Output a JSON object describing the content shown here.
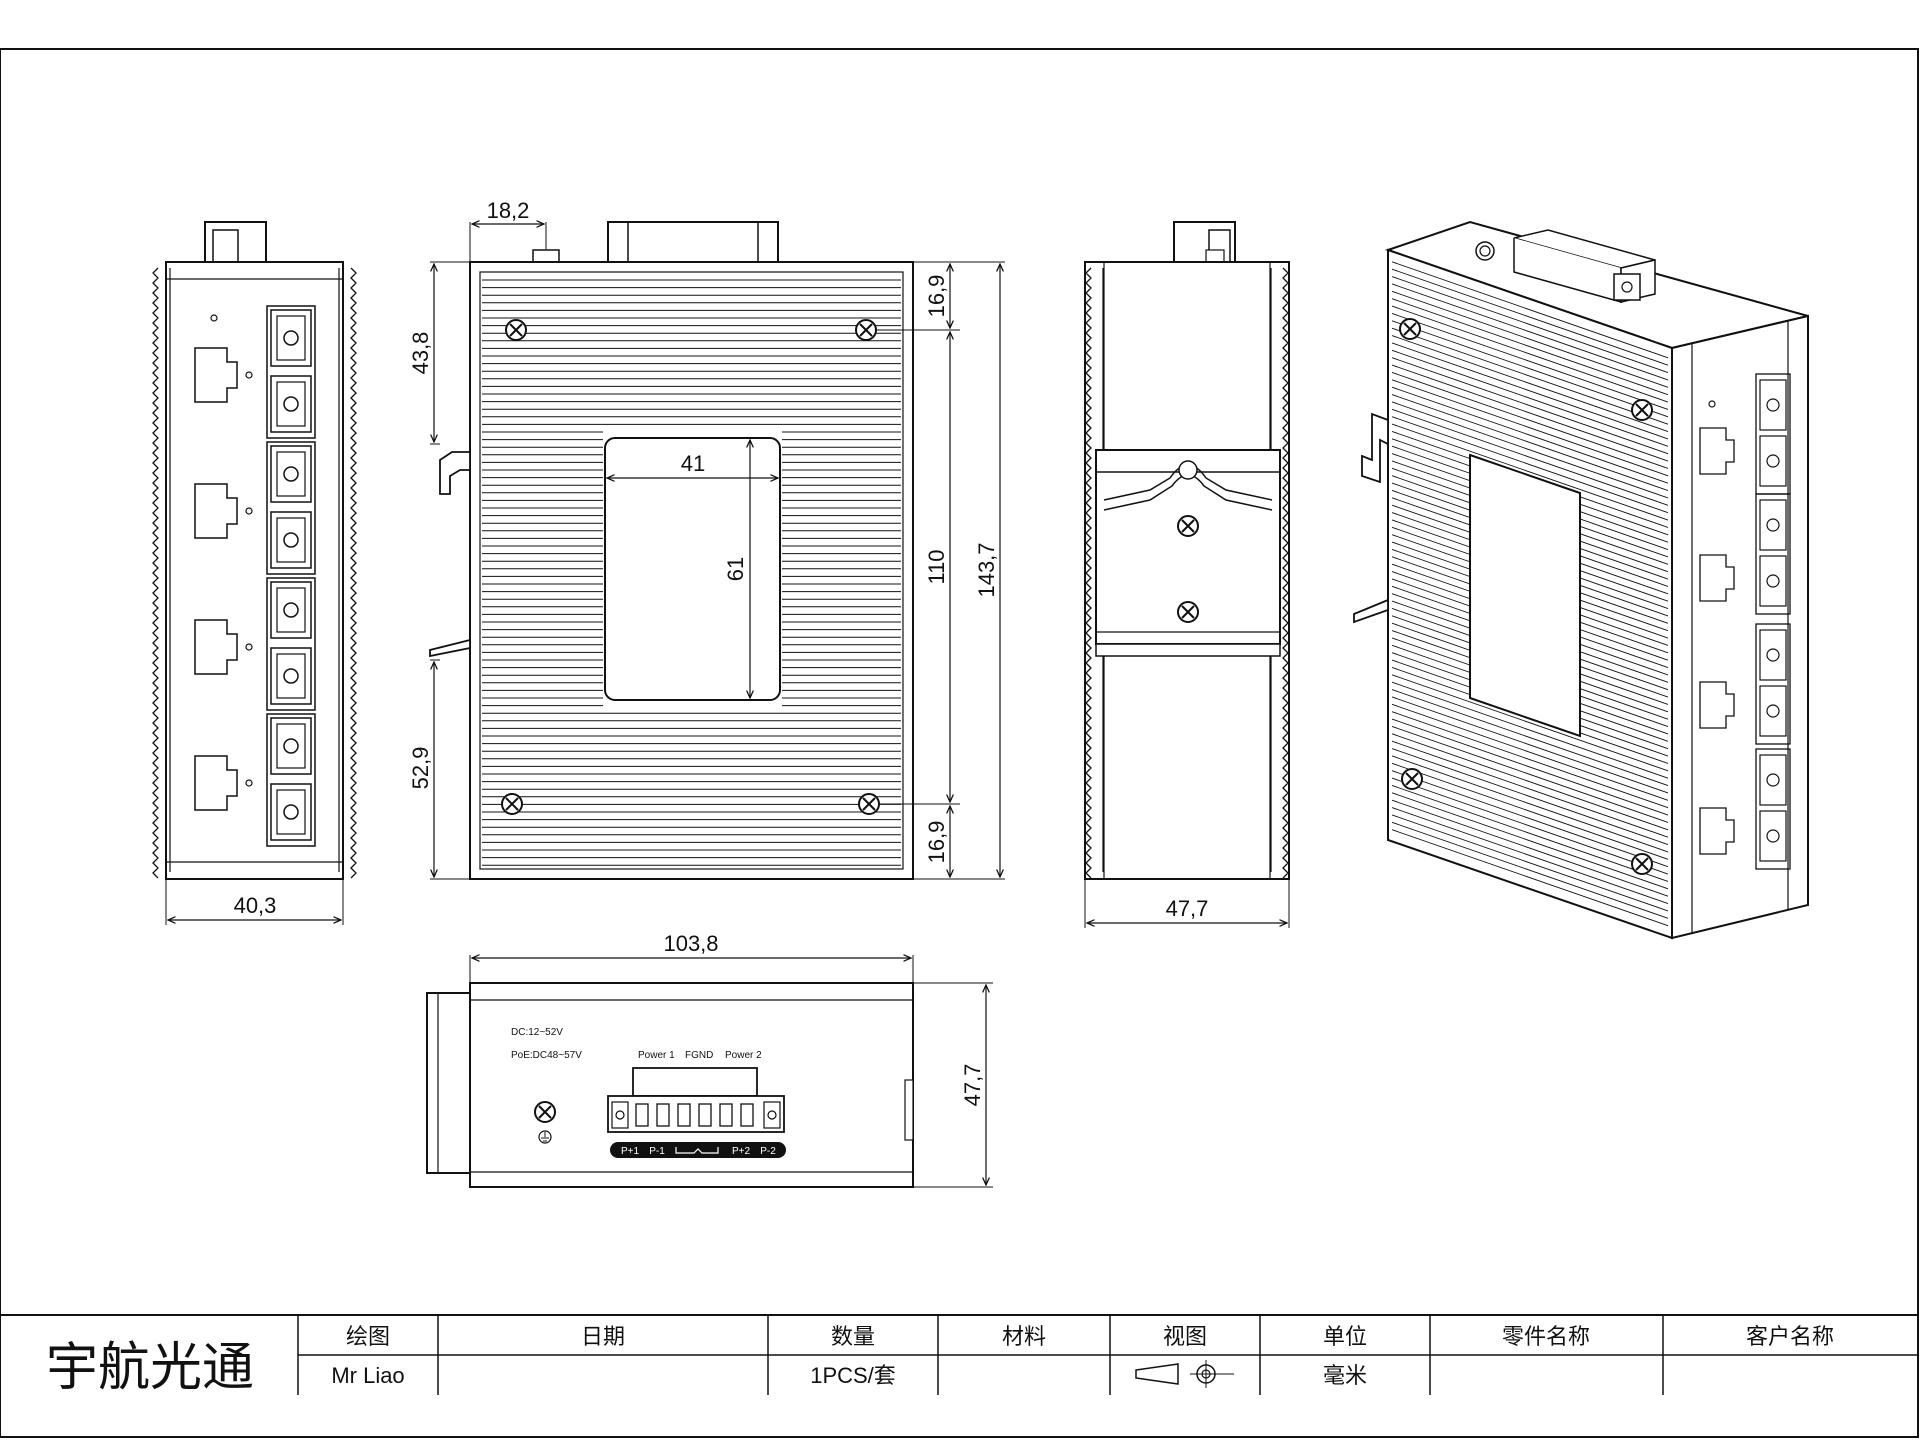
{
  "dimensions": {
    "left_view_width": "40,3",
    "front_connector_offset": "18,2",
    "front_top_to_window": "43,8",
    "front_bottom_to_window": "52,9",
    "screw_offset_top": "16,9",
    "screw_offset_bottom": "16,9",
    "screw_spacing": "110",
    "front_height": "143,7",
    "window_width": "41",
    "window_height": "61",
    "right_view_width": "47,7",
    "bottom_view_width": "103,8",
    "bottom_view_height": "47,7"
  },
  "power_panel": {
    "voltage_dc": "DC:12~52V",
    "voltage_poe": "PoE:DC48~57V",
    "label_power1": "Power 1",
    "label_fgnd": "FGND",
    "label_power2": "Power 2",
    "pin_p1_plus": "P+1",
    "pin_p1_minus": "P-1",
    "pin_p2_plus": "P+2",
    "pin_p2_minus": "P-2"
  },
  "title_block": {
    "company": "宇航光通",
    "headers": {
      "drawer": "绘图",
      "date": "日期",
      "quantity": "数量",
      "material": "材料",
      "view": "视图",
      "unit": "单位",
      "part_name": "零件名称",
      "customer_name": "客户名称"
    },
    "values": {
      "drawer": "Mr Liao",
      "date": "",
      "quantity": "1PCS/套",
      "material": "",
      "unit": "毫米",
      "part_name": "",
      "customer_name": ""
    }
  },
  "colors": {
    "line": "#111111",
    "background": "#ffffff"
  },
  "icons": [
    "phillips-screw-icon",
    "rj45-port-icon",
    "sc-fiber-port-icon",
    "ground-symbol-icon",
    "third-angle-projection-icon"
  ]
}
